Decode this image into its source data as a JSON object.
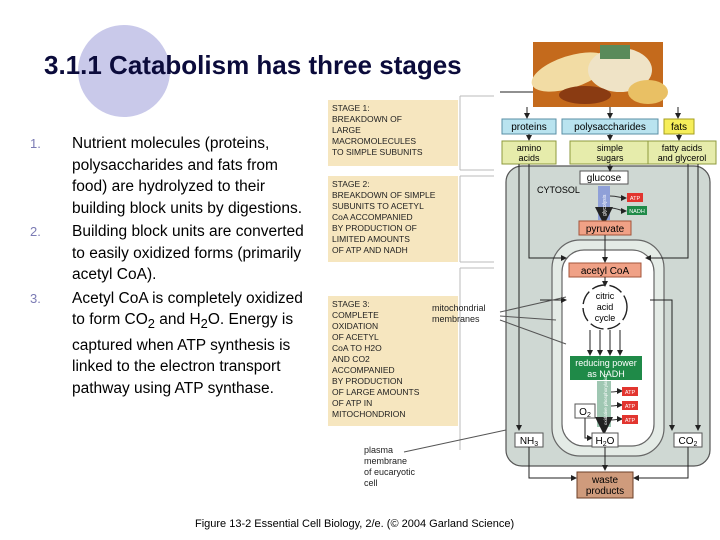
{
  "slide": {
    "title": "3.1.1 Catabolism has three stages",
    "caption": "Figure 13-2 Essential Cell Biology, 2/e. (© 2004 Garland Science)"
  },
  "bullets": [
    {
      "num": "1.",
      "text": "Nutrient molecules (proteins, polysaccharides and fats from food) are hydrolyzed to their building block units by digestions."
    },
    {
      "num": "2.",
      "text": "Building block units are converted to easily oxidized forms (primarily acetyl CoA)."
    },
    {
      "num": "3.",
      "text_before": "Acetyl CoA is completely oxidized to form CO",
      "sub1": "2",
      "text_mid": " and H",
      "sub2": "2",
      "text_after": "O. Energy is captured when ATP synthesis is linked to the electron transport pathway using ATP synthase."
    }
  ],
  "diagram": {
    "stage1": [
      "STAGE 1:",
      "BREAKDOWN OF",
      "LARGE",
      "MACROMOLECULES",
      "TO SIMPLE SUBUNITS"
    ],
    "stage2": [
      "STAGE 2:",
      "BREAKDOWN OF SIMPLE",
      "SUBUNITS TO ACETYL",
      "CoA  ACCOMPANIED",
      "BY PRODUCTION OF",
      "LIMITED AMOUNTS",
      "OF ATP AND NADH"
    ],
    "stage3": [
      "STAGE 3:",
      "COMPLETE",
      "OXIDATION",
      "OF ACETYL",
      "CoA TO H2O",
      "AND CO2",
      "ACCOMPANIED",
      "BY PRODUCTION",
      "OF LARGE AMOUNTS",
      "OF ATP IN",
      "MITOCHONDRION"
    ],
    "proteins": "proteins",
    "polysaccharides": "polysaccharides",
    "fats": "fats",
    "amino_acids": [
      "amino",
      "acids"
    ],
    "simple_sugars": [
      "simple",
      "sugars"
    ],
    "fatty_acids": [
      "fatty acids",
      "and glycerol"
    ],
    "glucose": "glucose",
    "cytosol": "CYTOSOL",
    "glycolysis": "glycolysis",
    "atp": "ATP",
    "nadh": "NADH",
    "pyruvate": "pyruvate",
    "acetyl_coa": "acetyl CoA",
    "citric_acid_cycle": [
      "citric",
      "acid",
      "cycle"
    ],
    "mito_membranes": [
      "mitochondrial",
      "membranes"
    ],
    "reducing_power": [
      "reducing power",
      "as NADH"
    ],
    "oxidative_phosphorylation": "oxidative phosphorylation",
    "o2": "O",
    "o2_sub": "2",
    "h2o": "H",
    "h2o_sub": "2",
    "h2o_tail": "O",
    "nh3": "NH",
    "nh3_sub": "3",
    "co2": "CO",
    "co2_sub": "2",
    "plasma_membrane": [
      "plasma",
      "membrane",
      "of eucaryotic",
      "cell"
    ],
    "waste_products": [
      "waste",
      "products"
    ]
  },
  "colors": {
    "title": "#0b0b3b",
    "bullet_number": "#7b7bb4",
    "stage_box": "#f6e6bf",
    "cell": "#cfd8d3",
    "mitochondrion": "#e4ebe6",
    "label_box": "#b9e3ef",
    "fats_box": "#f6ee5a",
    "monomer_box": "#e6ecab",
    "salmon": "#f0a186",
    "atp_red": "#e2352f",
    "nadh_green": "#1f8a48",
    "brown": "#cf9b7c"
  }
}
